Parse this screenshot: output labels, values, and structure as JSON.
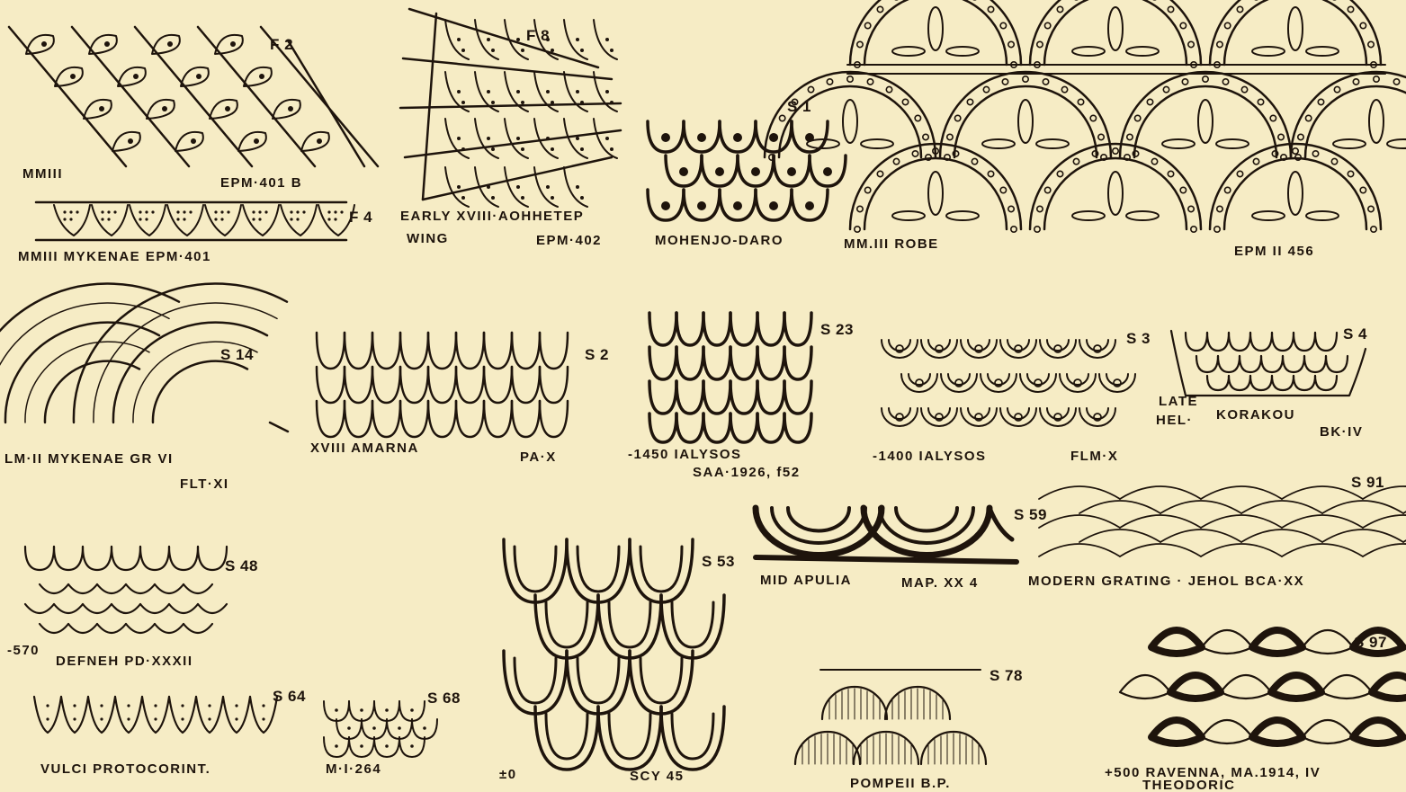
{
  "colors": {
    "paper": "#f6ecc5",
    "ink": "#1e140c"
  },
  "panels": {
    "f2": {
      "code": "F 2",
      "captions": [
        "MMIII",
        "EPM·401 B"
      ]
    },
    "f4": {
      "code": "F 4",
      "captions": [
        "MMIII  MYKENAE  EPM·401"
      ]
    },
    "f8": {
      "code": "F 8",
      "captions": [
        "EARLY XVIII·AOHHETEP",
        "WING",
        "EPM·402"
      ]
    },
    "s1": {
      "code": "S 1",
      "captions": [
        "MOHENJO-DARO"
      ]
    },
    "robe": {
      "code": "",
      "captions": [
        "MM.III  ROBE",
        "EPM II 456"
      ]
    },
    "s14": {
      "code": "S 14",
      "captions": [
        "LM·II  MYKENAE GR VI",
        "FLT·XI"
      ]
    },
    "s2": {
      "code": "S 2",
      "captions": [
        "XVIII  AMARNA",
        "PA·X"
      ]
    },
    "s23": {
      "code": "S 23",
      "captions": [
        "-1450 IALYSOS",
        "SAA·1926, f52"
      ]
    },
    "s3": {
      "code": "S 3",
      "captions": [
        "-1400 IALYSOS",
        "FLM·X"
      ]
    },
    "s4": {
      "code": "S 4",
      "captions": [
        "LATE",
        "HEL·",
        "KORAKOU",
        "BK·IV"
      ]
    },
    "s59": {
      "code": "S 59",
      "captions": [
        "MID APULIA",
        "MAP. XX 4"
      ]
    },
    "s91": {
      "code": "S 91",
      "captions": [
        "MODERN GRATING · JEHOL  BCA·XX"
      ]
    },
    "s48": {
      "code": "S 48",
      "captions": [
        "-570",
        "DEFNEH  PD·XXXII"
      ]
    },
    "s53": {
      "code": "S 53",
      "captions": [
        "±0",
        "SCY 45"
      ]
    },
    "s64": {
      "code": "S 64",
      "captions": [
        "VULCI  PROTOCORINT."
      ]
    },
    "s68": {
      "code": "S 68",
      "captions": [
        "M·I·264"
      ]
    },
    "s78": {
      "code": "S 78",
      "captions": [
        "POMPEII  B.P."
      ]
    },
    "s97": {
      "code": "S 97",
      "captions": [
        "+500 RAVENNA, MA.1914, IV",
        "THEODORIC"
      ]
    }
  }
}
